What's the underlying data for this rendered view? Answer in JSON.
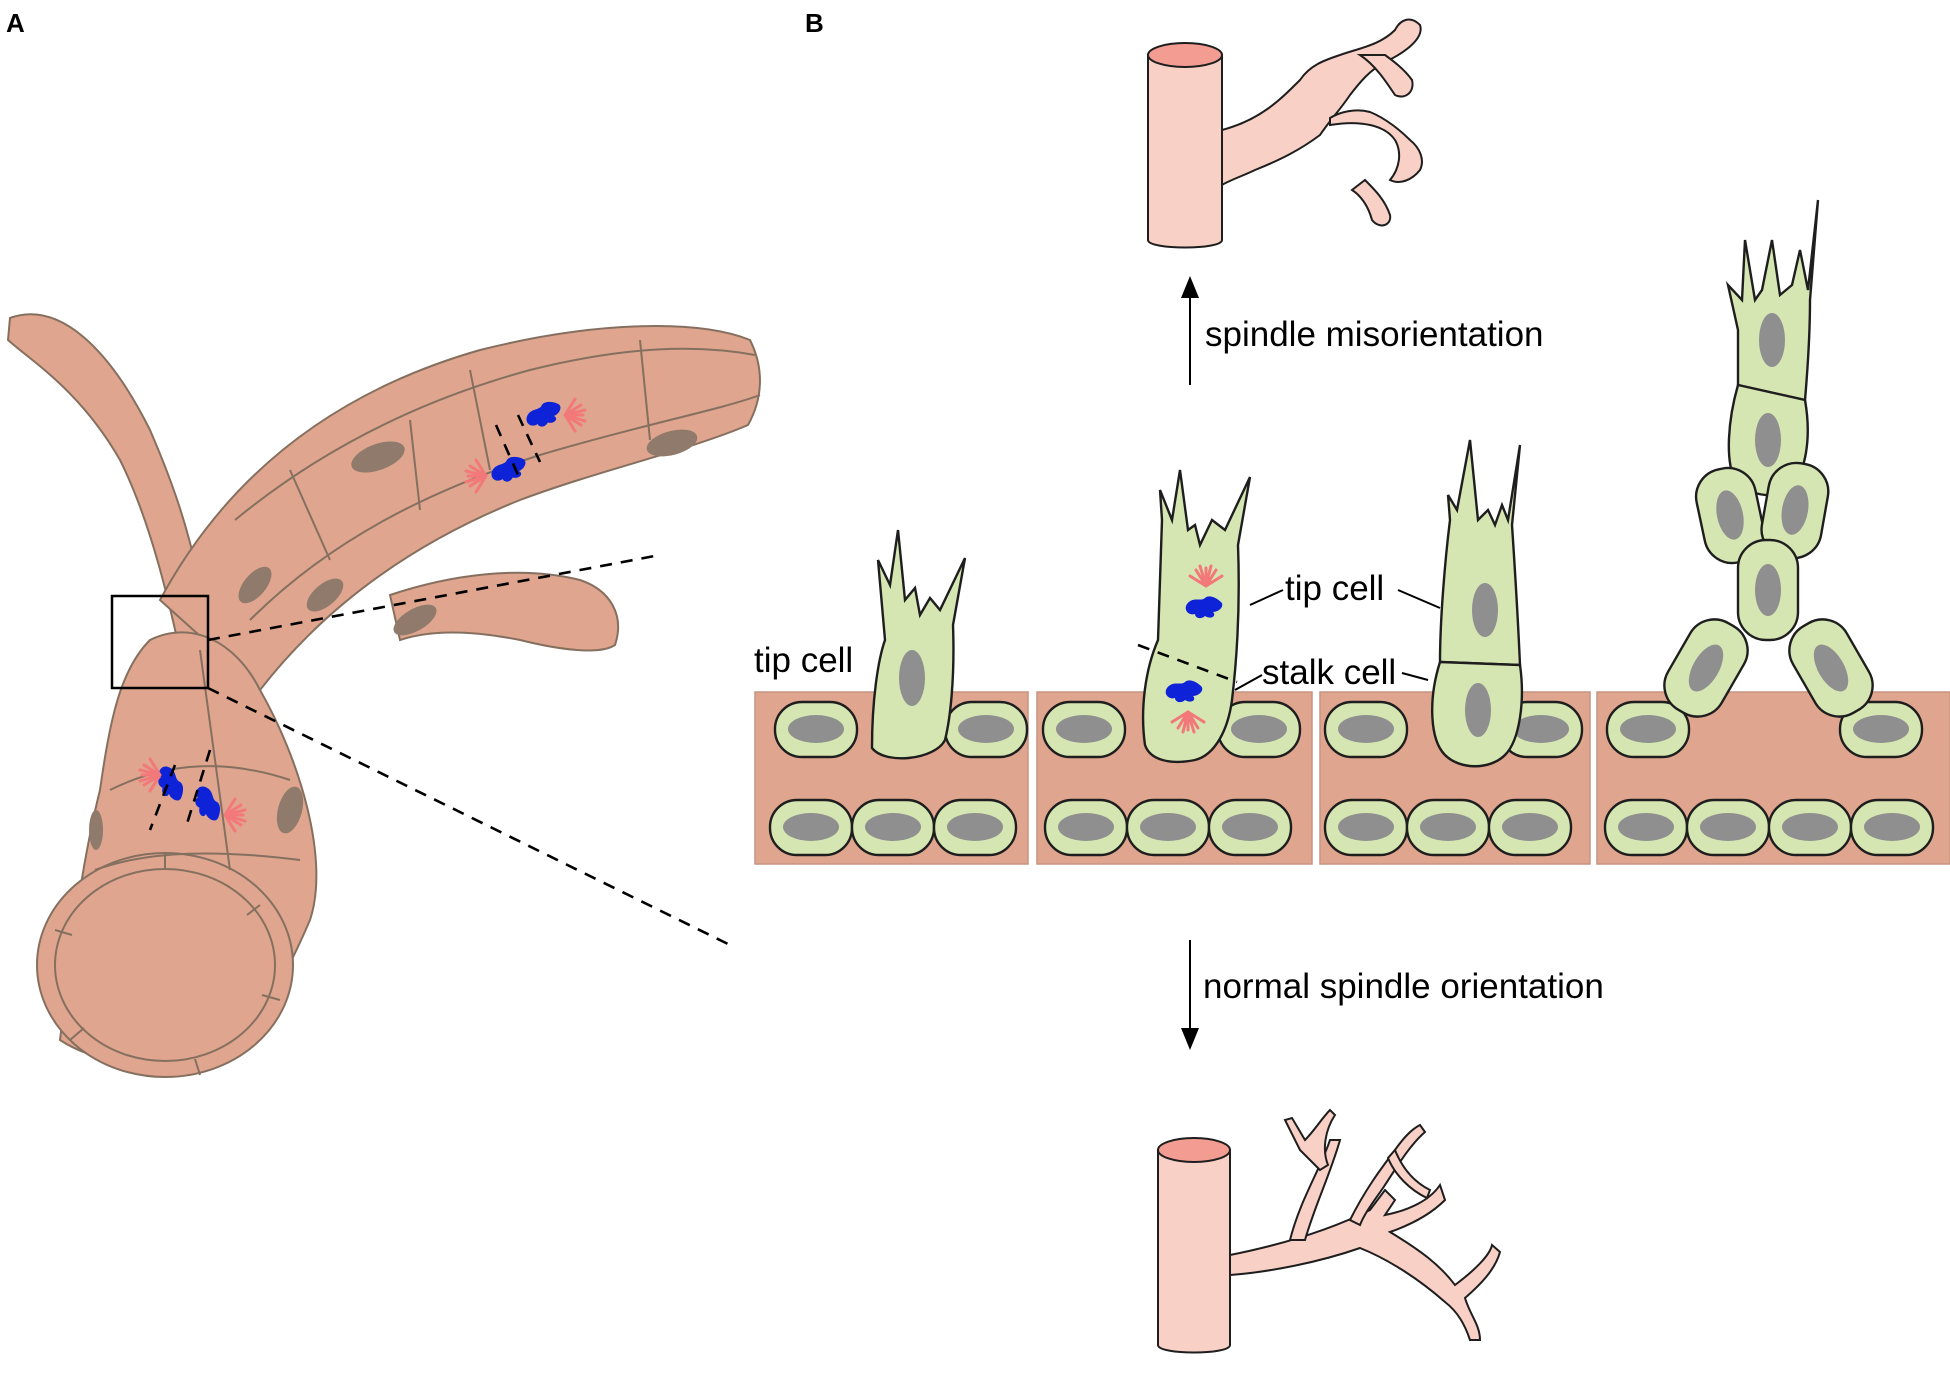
{
  "panels": {
    "a": "A",
    "b": "B"
  },
  "labels": {
    "tip_cell_1": "tip cell",
    "tip_cell_2": "tip cell",
    "stalk_cell": "stalk cell",
    "spindle_misorientation": "spindle misorientation",
    "normal_spindle_orientation": "normal spindle orientation"
  },
  "colors": {
    "vessel": "#dfa58e",
    "endothelial_cell": "#d5e6b3",
    "nucleus": "#8f8f8f",
    "chromosomes": "#0e22d8",
    "spindle_asters": "#f2787a",
    "vessel_sketch": "#f9d0c6"
  }
}
